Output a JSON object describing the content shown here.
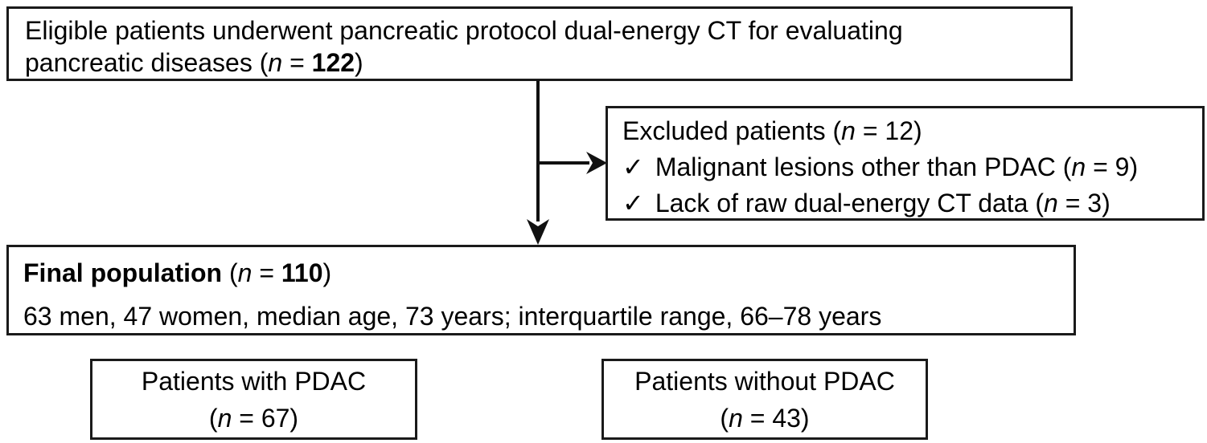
{
  "colors": {
    "background": "#ffffff",
    "border": "#1a1a1a",
    "text": "#000000",
    "line": "#111111"
  },
  "icons": {
    "check": "✓"
  },
  "eligible": {
    "line1": "Eligible patients underwent pancreatic protocol dual-energy CT for evaluating",
    "line2_text": "pancreatic diseases (",
    "n": "n",
    "eq": " = ",
    "count": "122",
    "close": ")"
  },
  "excluded": {
    "title_text": "Excluded patients (",
    "n": "n",
    "eq": " = ",
    "count": "12",
    "close": ")",
    "items": [
      {
        "text": "Malignant lesions other than PDAC (",
        "n": "n",
        "eq": " = ",
        "count": "9",
        "close": ")"
      },
      {
        "text": "Lack of raw dual-energy CT data (",
        "n": "n",
        "eq": " = ",
        "count": "3",
        "close": ")"
      }
    ]
  },
  "final": {
    "title": "Final population",
    "open": " (",
    "n": "n",
    "eq": " = ",
    "count": "110",
    "close": ")",
    "details": " 63 men, 47 women, median age, 73 years; interquartile range, 66–78 years"
  },
  "with_pdac": {
    "line1": "Patients with PDAC",
    "open": "(",
    "n": "n",
    "eq": " = ",
    "count": "67",
    "close": ")"
  },
  "without_pdac": {
    "line1": "Patients without PDAC",
    "open": "(",
    "n": "n",
    "eq": " = ",
    "count": "43",
    "close": ")"
  }
}
